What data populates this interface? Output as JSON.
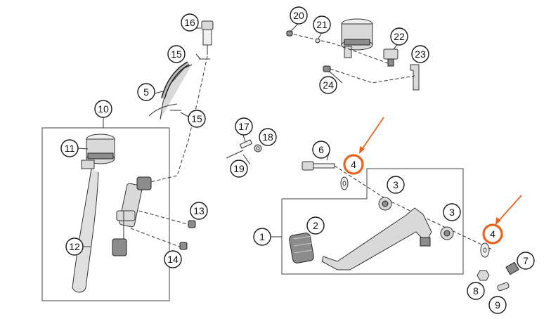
{
  "colors": {
    "highlight": "#e8641e",
    "outline": "#1a1a1a",
    "part_fill": "#d9d9d9"
  },
  "callouts": [
    {
      "id": "c1",
      "label": "1"
    },
    {
      "id": "c2",
      "label": "2"
    },
    {
      "id": "c3a",
      "label": "3"
    },
    {
      "id": "c3b",
      "label": "3"
    },
    {
      "id": "c4a",
      "label": "4",
      "highlighted": true
    },
    {
      "id": "c4b",
      "label": "4",
      "highlighted": true
    },
    {
      "id": "c5",
      "label": "5"
    },
    {
      "id": "c6",
      "label": "6"
    },
    {
      "id": "c7",
      "label": "7"
    },
    {
      "id": "c8",
      "label": "8"
    },
    {
      "id": "c9",
      "label": "9"
    },
    {
      "id": "c10",
      "label": "10"
    },
    {
      "id": "c11",
      "label": "11"
    },
    {
      "id": "c12",
      "label": "12"
    },
    {
      "id": "c13",
      "label": "13"
    },
    {
      "id": "c14",
      "label": "14"
    },
    {
      "id": "c15a",
      "label": "15"
    },
    {
      "id": "c15b",
      "label": "15"
    },
    {
      "id": "c16",
      "label": "16"
    },
    {
      "id": "c17",
      "label": "17"
    },
    {
      "id": "c18",
      "label": "18"
    },
    {
      "id": "c19",
      "label": "19"
    },
    {
      "id": "c20",
      "label": "20"
    },
    {
      "id": "c21",
      "label": "21"
    },
    {
      "id": "c22",
      "label": "22"
    },
    {
      "id": "c23",
      "label": "23"
    },
    {
      "id": "c24",
      "label": "24"
    }
  ]
}
